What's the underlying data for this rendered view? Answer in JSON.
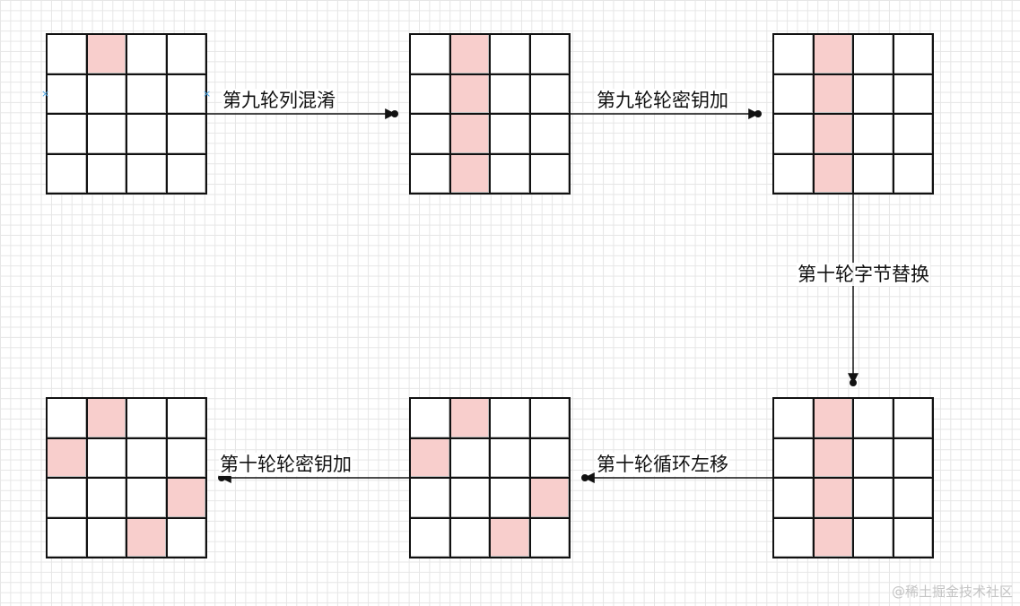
{
  "diagram": {
    "grids": [
      {
        "name": "state-after-round9-subbytes",
        "highlight": [
          [
            0,
            1
          ]
        ]
      },
      {
        "name": "state-after-round9-mixcolumns",
        "highlight": [
          [
            0,
            1
          ],
          [
            1,
            1
          ],
          [
            2,
            1
          ],
          [
            3,
            1
          ]
        ]
      },
      {
        "name": "state-after-round9-addroundkey",
        "highlight": [
          [
            0,
            1
          ],
          [
            1,
            1
          ],
          [
            2,
            1
          ],
          [
            3,
            1
          ]
        ]
      },
      {
        "name": "state-after-round10-subbytes",
        "highlight": [
          [
            0,
            1
          ],
          [
            1,
            1
          ],
          [
            2,
            1
          ],
          [
            3,
            1
          ]
        ]
      },
      {
        "name": "state-after-round10-shiftrows",
        "highlight": [
          [
            0,
            1
          ],
          [
            1,
            0
          ],
          [
            2,
            3
          ],
          [
            3,
            2
          ]
        ]
      },
      {
        "name": "state-after-round10-addroundkey",
        "highlight": [
          [
            0,
            1
          ],
          [
            1,
            0
          ],
          [
            2,
            3
          ],
          [
            3,
            2
          ]
        ]
      }
    ],
    "edges": {
      "e1": "第九轮列混淆",
      "e2": "第九轮轮密钥加",
      "e3": "第十轮字节替换",
      "e4": "第十轮循环左移",
      "e5": "第十轮轮密钥加"
    }
  },
  "colors": {
    "highlight": "#f8cecc",
    "line": "#111111",
    "grid_background": "#e6e6e6",
    "selection_anchor": "#49a6e6"
  },
  "watermark": "@稀土掘金技术社区"
}
